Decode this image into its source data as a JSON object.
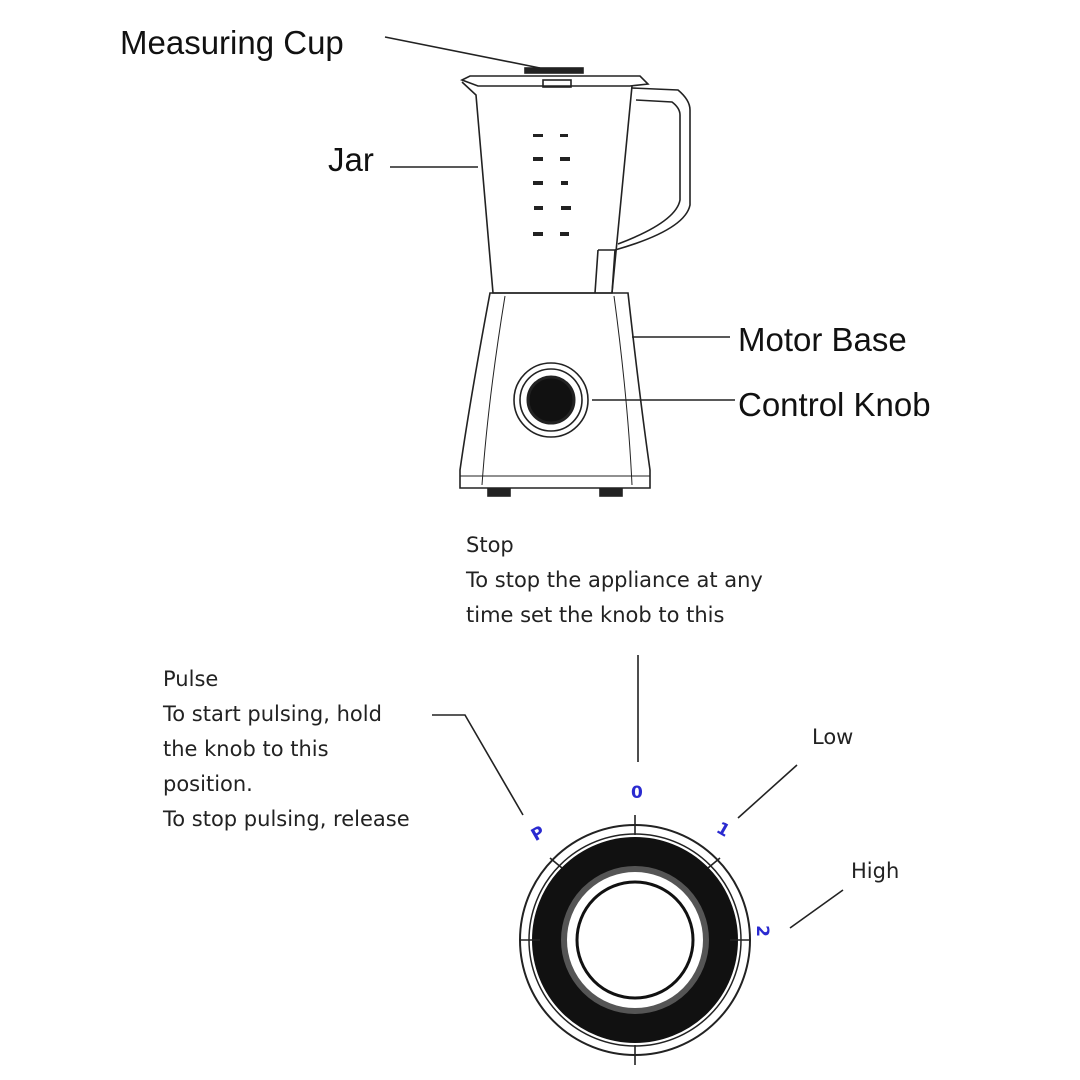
{
  "blender_labels": {
    "measuring_cup": "Measuring Cup",
    "jar": "Jar",
    "motor_base": "Motor Base",
    "control_knob": "Control Knob"
  },
  "knob_settings": {
    "stop": {
      "title": "Stop",
      "lines": [
        "To stop the appliance at any",
        "time set the knob to this"
      ],
      "dial_mark": "0"
    },
    "pulse": {
      "title": "Pulse",
      "lines": [
        "To start pulsing, hold",
        "the knob to this",
        "position.",
        "To stop pulsing, release"
      ],
      "dial_mark": "P"
    },
    "low": {
      "title": "Low",
      "dial_mark": "1"
    },
    "high": {
      "title": "High",
      "dial_mark": "2"
    }
  },
  "colors": {
    "dial_marks": "#2a2ad0",
    "lines": "#222222"
  }
}
